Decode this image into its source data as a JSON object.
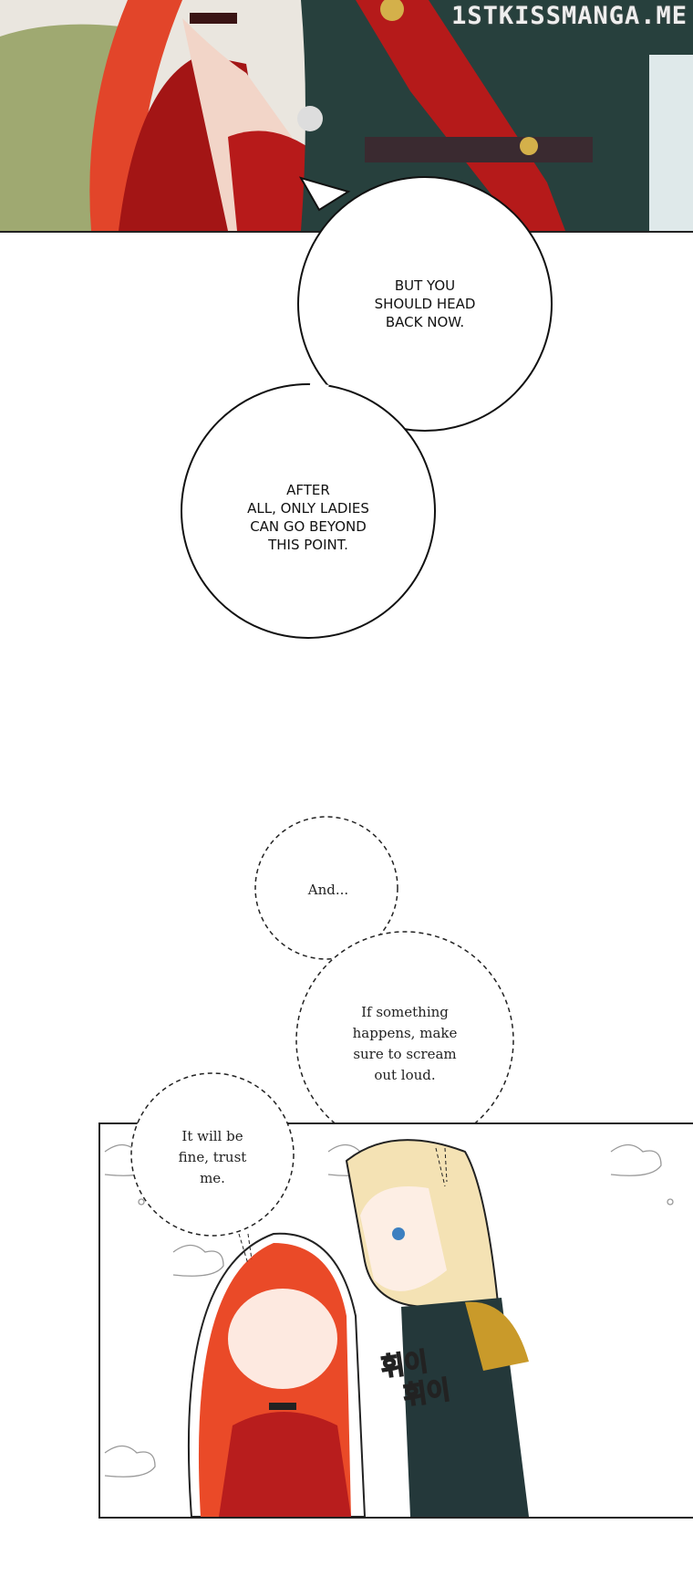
{
  "watermark": "1STKISSMANGA.ME",
  "bubbles": [
    {
      "lines": [
        "BUT YOU",
        "SHOULD HEAD",
        "BACK NOW."
      ]
    },
    {
      "lines": [
        "AFTER",
        "ALL, ONLY LADIES",
        "CAN GO BEYOND",
        "THIS POINT."
      ]
    },
    {
      "lines": [
        "And..."
      ]
    },
    {
      "lines": [
        "If something",
        "happens, make",
        "sure to scream",
        "out loud."
      ]
    },
    {
      "lines": [
        "It will be",
        "fine, trust",
        "me."
      ]
    }
  ],
  "sfx": [
    "휘이",
    "휘이"
  ]
}
